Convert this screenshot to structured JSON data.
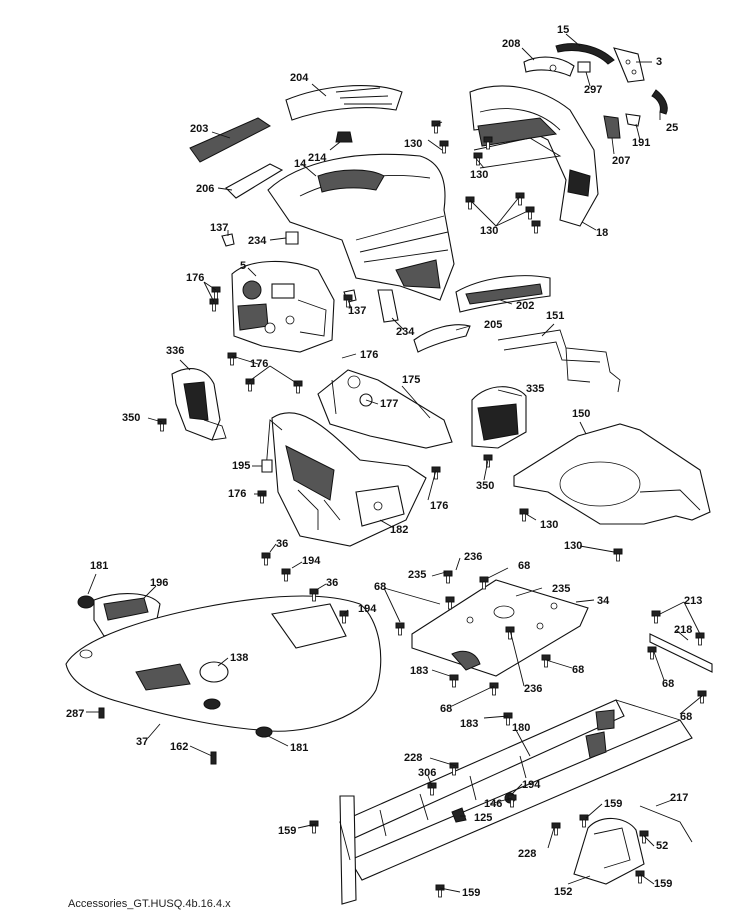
{
  "footer_text": "Accessories_GT.HUSQ.4b.16.4.x",
  "callouts": [
    {
      "id": "c15",
      "text": "15"
    },
    {
      "id": "c208",
      "text": "208"
    },
    {
      "id": "c3",
      "text": "3"
    },
    {
      "id": "c297",
      "text": "297"
    },
    {
      "id": "c204",
      "text": "204"
    },
    {
      "id": "c203",
      "text": "203"
    },
    {
      "id": "c214",
      "text": "214"
    },
    {
      "id": "c14",
      "text": "14"
    },
    {
      "id": "c130a",
      "text": "130"
    },
    {
      "id": "c191",
      "text": "191"
    },
    {
      "id": "c25",
      "text": "25"
    },
    {
      "id": "c207",
      "text": "207"
    },
    {
      "id": "c206",
      "text": "206"
    },
    {
      "id": "c130b",
      "text": "130"
    },
    {
      "id": "c137a",
      "text": "137"
    },
    {
      "id": "c234a",
      "text": "234"
    },
    {
      "id": "c130c",
      "text": "130"
    },
    {
      "id": "c18",
      "text": "18"
    },
    {
      "id": "c5",
      "text": "5"
    },
    {
      "id": "c176a",
      "text": "176"
    },
    {
      "id": "c137b",
      "text": "137"
    },
    {
      "id": "c202",
      "text": "202"
    },
    {
      "id": "c234b",
      "text": "234"
    },
    {
      "id": "c205",
      "text": "205"
    },
    {
      "id": "c151",
      "text": "151"
    },
    {
      "id": "c336",
      "text": "336"
    },
    {
      "id": "c176b",
      "text": "176"
    },
    {
      "id": "c176c",
      "text": "176"
    },
    {
      "id": "c175",
      "text": "175"
    },
    {
      "id": "c335",
      "text": "335"
    },
    {
      "id": "c177",
      "text": "177"
    },
    {
      "id": "c350a",
      "text": "350"
    },
    {
      "id": "c150",
      "text": "150"
    },
    {
      "id": "c195",
      "text": "195"
    },
    {
      "id": "c176d",
      "text": "176"
    },
    {
      "id": "c350b",
      "text": "350"
    },
    {
      "id": "c176e",
      "text": "176"
    },
    {
      "id": "c130d",
      "text": "130"
    },
    {
      "id": "c182",
      "text": "182"
    },
    {
      "id": "c130e",
      "text": "130"
    },
    {
      "id": "c36a",
      "text": "36"
    },
    {
      "id": "c236a",
      "text": "236"
    },
    {
      "id": "c181a",
      "text": "181"
    },
    {
      "id": "c194a",
      "text": "194"
    },
    {
      "id": "c235a",
      "text": "235"
    },
    {
      "id": "c68a",
      "text": "68"
    },
    {
      "id": "c36b",
      "text": "36"
    },
    {
      "id": "c196",
      "text": "196"
    },
    {
      "id": "c68b",
      "text": "68"
    },
    {
      "id": "c235b",
      "text": "235"
    },
    {
      "id": "c213",
      "text": "213"
    },
    {
      "id": "c194b",
      "text": "194"
    },
    {
      "id": "c34",
      "text": "34"
    },
    {
      "id": "c218",
      "text": "218"
    },
    {
      "id": "c138",
      "text": "138"
    },
    {
      "id": "c183a",
      "text": "183"
    },
    {
      "id": "c68c",
      "text": "68"
    },
    {
      "id": "c68d",
      "text": "68"
    },
    {
      "id": "c236b",
      "text": "236"
    },
    {
      "id": "c68e",
      "text": "68"
    },
    {
      "id": "c287",
      "text": "287"
    },
    {
      "id": "c183b",
      "text": "183"
    },
    {
      "id": "c68f",
      "text": "68"
    },
    {
      "id": "c37",
      "text": "37"
    },
    {
      "id": "c180",
      "text": "180"
    },
    {
      "id": "c162",
      "text": "162"
    },
    {
      "id": "c181b",
      "text": "181"
    },
    {
      "id": "c228a",
      "text": "228"
    },
    {
      "id": "c306",
      "text": "306"
    },
    {
      "id": "c194c",
      "text": "194"
    },
    {
      "id": "c217",
      "text": "217"
    },
    {
      "id": "c146",
      "text": "146"
    },
    {
      "id": "c159a",
      "text": "159"
    },
    {
      "id": "c125",
      "text": "125"
    },
    {
      "id": "c159b",
      "text": "159"
    },
    {
      "id": "c228b",
      "text": "228"
    },
    {
      "id": "c52",
      "text": "52"
    },
    {
      "id": "c159c",
      "text": "159"
    },
    {
      "id": "c152",
      "text": "152"
    },
    {
      "id": "c159d",
      "text": "159"
    }
  ]
}
